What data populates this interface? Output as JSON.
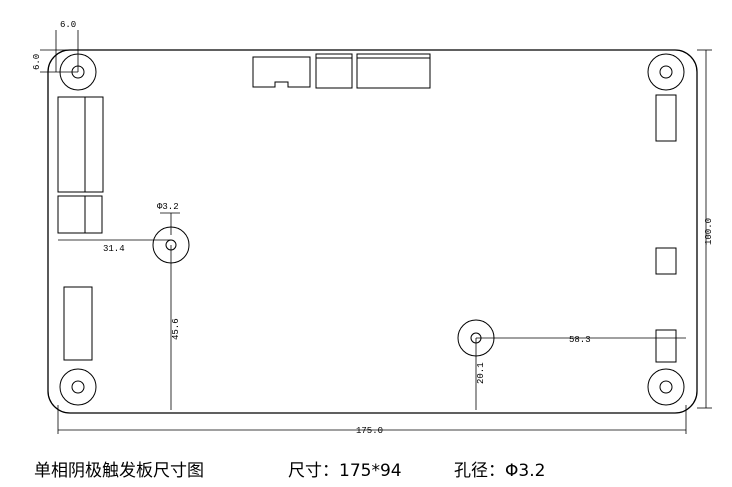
{
  "dimensions": {
    "hole_offset_x": "6.0",
    "hole_offset_y": "6.0",
    "hole_diameter": "Φ3.2",
    "left_to_hole": "31.4",
    "hole_to_bottom": "45.6",
    "right_hole_to_edge": "58.3",
    "right_hole_to_bottom": "20.1",
    "height": "100.0",
    "width": "175.0"
  },
  "caption": {
    "title": "单相阴极触发板尺寸图",
    "size": "尺寸：175*94",
    "hole": "孔径：Φ3.2"
  }
}
